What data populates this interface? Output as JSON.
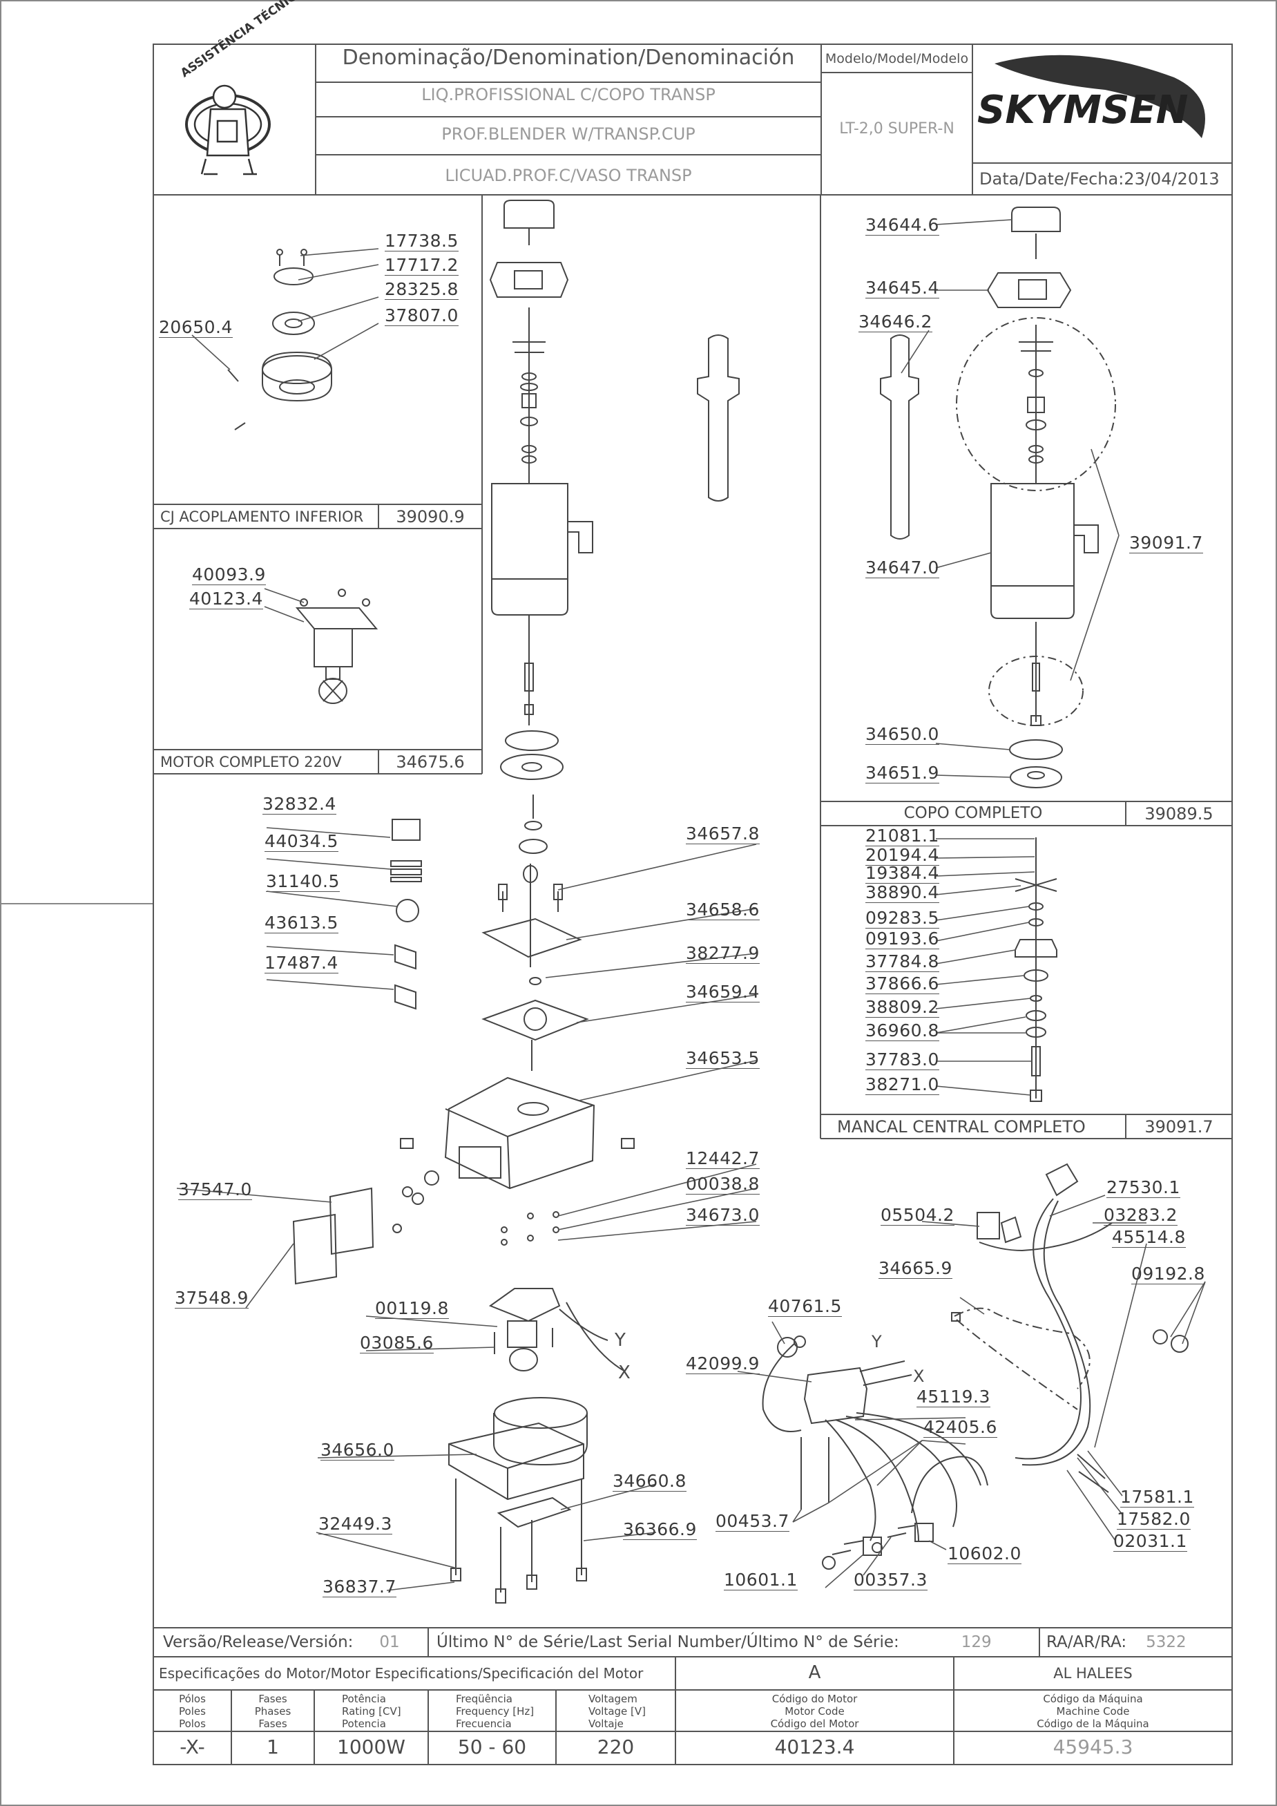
{
  "header": {
    "badge_text": "ASSISTÊNCIA TÉCNICA AUTORIZADA",
    "denomination_title": "Denominação/Denomination/Denominación",
    "names": [
      "LIQ.PROFISSIONAL C/COPO TRANSP",
      "PROF.BLENDER W/TRANSP.CUP",
      "LICUAD.PROF.C/VASO TRANSP"
    ],
    "model_title": "Modelo/Model/Modelo",
    "model": "LT-2,0 SUPER-N",
    "brand": "SKYMSEN",
    "date_label": "Data/Date/Fecha:",
    "date": "23/04/2013"
  },
  "sections": {
    "lower_coupling": {
      "title": "CJ ACOPLAMENTO INFERIOR",
      "code": "39090.9"
    },
    "motor": {
      "title": "MOTOR COMPLETO 220V",
      "code": "34675.6"
    },
    "cup": {
      "title": "COPO COMPLETO",
      "code": "39089.5"
    },
    "bearing": {
      "title": "MANCAL CENTRAL COMPLETO",
      "code": "39091.7"
    }
  },
  "parts": {
    "p17738_5": "17738.5",
    "p17717_2": "17717.2",
    "p28325_8": "28325.8",
    "p37807_0": "37807.0",
    "p20650_4": "20650.4",
    "p40093_9": "40093.9",
    "p40123_4": "40123.4",
    "p34644_6": "34644.6",
    "p34645_4": "34645.4",
    "p34646_2": "34646.2",
    "p34647_0": "34647.0",
    "p39091_7": "39091.7",
    "p34650_0": "34650.0",
    "p34651_9": "34651.9",
    "p21081_1": "21081.1",
    "p20194_4": "20194.4",
    "p19384_4": "19384.4",
    "p38890_4": "38890.4",
    "p09283_5": "09283.5",
    "p09193_6": "09193.6",
    "p37784_8": "37784.8",
    "p37866_6": "37866.6",
    "p38809_2": "38809.2",
    "p36960_8": "36960.8",
    "p37783_0": "37783.0",
    "p38271_0": "38271.0",
    "p32832_4": "32832.4",
    "p44034_5": "44034.5",
    "p31140_5": "31140.5",
    "p43613_5": "43613.5",
    "p17487_4": "17487.4",
    "p34657_8": "34657.8",
    "p34658_6": "34658.6",
    "p38277_9": "38277.9",
    "p34659_4": "34659.4",
    "p34653_5": "34653.5",
    "p12442_7": "12442.7",
    "p00038_8": "00038.8",
    "p34673_0": "34673.0",
    "p37547_0": "37547.0",
    "p37548_9": "37548.9",
    "p00119_8": "00119.8",
    "p03085_6": "03085.6",
    "p34656_0": "34656.0",
    "p34660_8": "34660.8",
    "p32449_3": "32449.3",
    "p36366_9": "36366.9",
    "p36837_7": "36837.7",
    "p27530_1": "27530.1",
    "p05504_2": "05504.2",
    "p03283_2": "03283.2",
    "p45514_8": "45514.8",
    "p09192_8": "09192.8",
    "p34665_9": "34665.9",
    "p40761_5": "40761.5",
    "p42099_9": "42099.9",
    "p45119_3": "45119.3",
    "p42405_6": "42405.6",
    "p00453_7": "00453.7",
    "p10601_1": "10601.1",
    "p00357_3": "00357.3",
    "p10602_0": "10602.0",
    "p17581_1": "17581.1",
    "p17582_0": "17582.0",
    "p02031_1": "02031.1"
  },
  "wires": {
    "y1": "Y",
    "x1": "X",
    "y2": "Y",
    "x2": "X"
  },
  "footer": {
    "version_label": "Versão/Release/Versión:",
    "version": "01",
    "serial_label": "Último N° de Série/Last Serial Number/Último N° de Série:",
    "serial": "129",
    "ra_label": "RA/AR/RA:",
    "ra": "5322",
    "motor_spec_label": "Especificações do Motor/Motor Especifications/Specificación del Motor",
    "motor_spec_letter": "A",
    "machine_name": "AL HALEES",
    "col_poles": [
      "Pólos",
      "Poles",
      "Polos"
    ],
    "col_phases": [
      "Fases",
      "Phases",
      "Fases"
    ],
    "col_power": [
      "Potência",
      "Rating [CV]",
      "Potencia"
    ],
    "col_freq": [
      "Freqüência",
      "Frequency [Hz]",
      "Frecuencia"
    ],
    "col_voltage": [
      "Voltagem",
      "Voltage [V]",
      "Voltaje"
    ],
    "col_motor_code": [
      "Código do Motor",
      "Motor Code",
      "Código del Motor"
    ],
    "col_machine_code": [
      "Código da Máquina",
      "Machine Code",
      "Código de la Máquina"
    ],
    "poles": "-X-",
    "phases": "1",
    "power": "1000W",
    "frequency": "50 - 60",
    "voltage": "220",
    "motor_code": "40123.4",
    "machine_code": "45945.3"
  }
}
